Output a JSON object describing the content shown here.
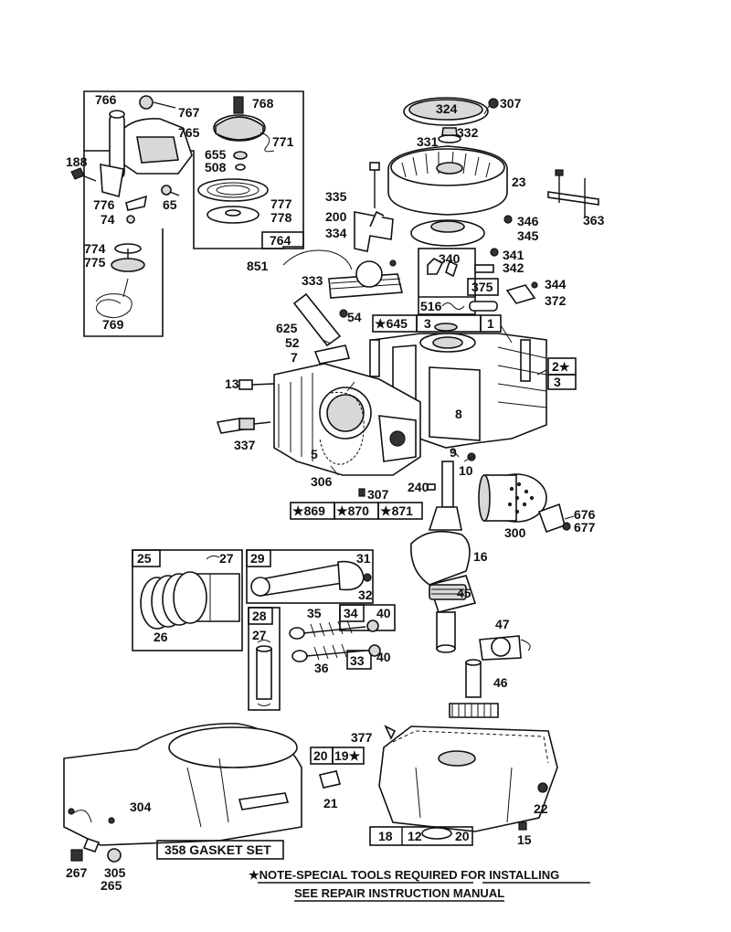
{
  "labels": {
    "l766": "766",
    "l767": "767",
    "l768": "768",
    "l765": "765",
    "l771": "771",
    "l655": "655",
    "l508": "508",
    "l188": "188",
    "l776": "776",
    "l74": "74",
    "l65": "65",
    "l777": "777",
    "l778": "778",
    "l764": "764",
    "l774": "774",
    "l775": "775",
    "l769": "769",
    "l851": "851",
    "l307a": "307",
    "l324": "324",
    "l331": "331",
    "l332": "332",
    "l23": "23",
    "l363": "363",
    "l335": "335",
    "l200": "200",
    "l334": "334",
    "l346": "346",
    "l345": "345",
    "l333": "333",
    "l340": "340",
    "l341": "341",
    "l342": "342",
    "l344": "344",
    "l375": "375",
    "l516": "516",
    "l372": "372",
    "l54": "54",
    "l625": "625",
    "l52": "52",
    "l645": "645",
    "l3a": "3",
    "l1": "1",
    "l2": "2",
    "l3b": "3",
    "l7": "7",
    "l13": "13",
    "l8": "8",
    "l337": "337",
    "l5": "5",
    "l9": "9",
    "l10": "10",
    "l306": "306",
    "l307b": "307",
    "l240": "240",
    "l869": "869",
    "l870": "870",
    "l871": "871",
    "l676": "676",
    "l677": "677",
    "l300": "300",
    "l16": "16",
    "l25": "25",
    "l27a": "27",
    "l29": "29",
    "l31": "31",
    "l32": "32",
    "l26": "26",
    "l28": "28",
    "l35": "35",
    "l34": "34",
    "l40a": "40",
    "l45": "45",
    "l47": "47",
    "l27b": "27",
    "l33": "33",
    "l40b": "40",
    "l36": "36",
    "l46": "46",
    "l377": "377",
    "l20a": "20",
    "l19": "19",
    "l304": "304",
    "l21": "21",
    "l22": "22",
    "l18": "18",
    "l12": "12",
    "l20b": "20",
    "l15": "15",
    "l267": "267",
    "l305": "305",
    "l265": "265"
  },
  "gasket_set": "358 GASKET SET",
  "note_line1": "★NOTE-SPECIAL TOOLS REQUIRED  FOR INSTALLING",
  "note_line2": "SEE REPAIR INSTRUCTION MANUAL",
  "icons": {
    "star": "★"
  }
}
